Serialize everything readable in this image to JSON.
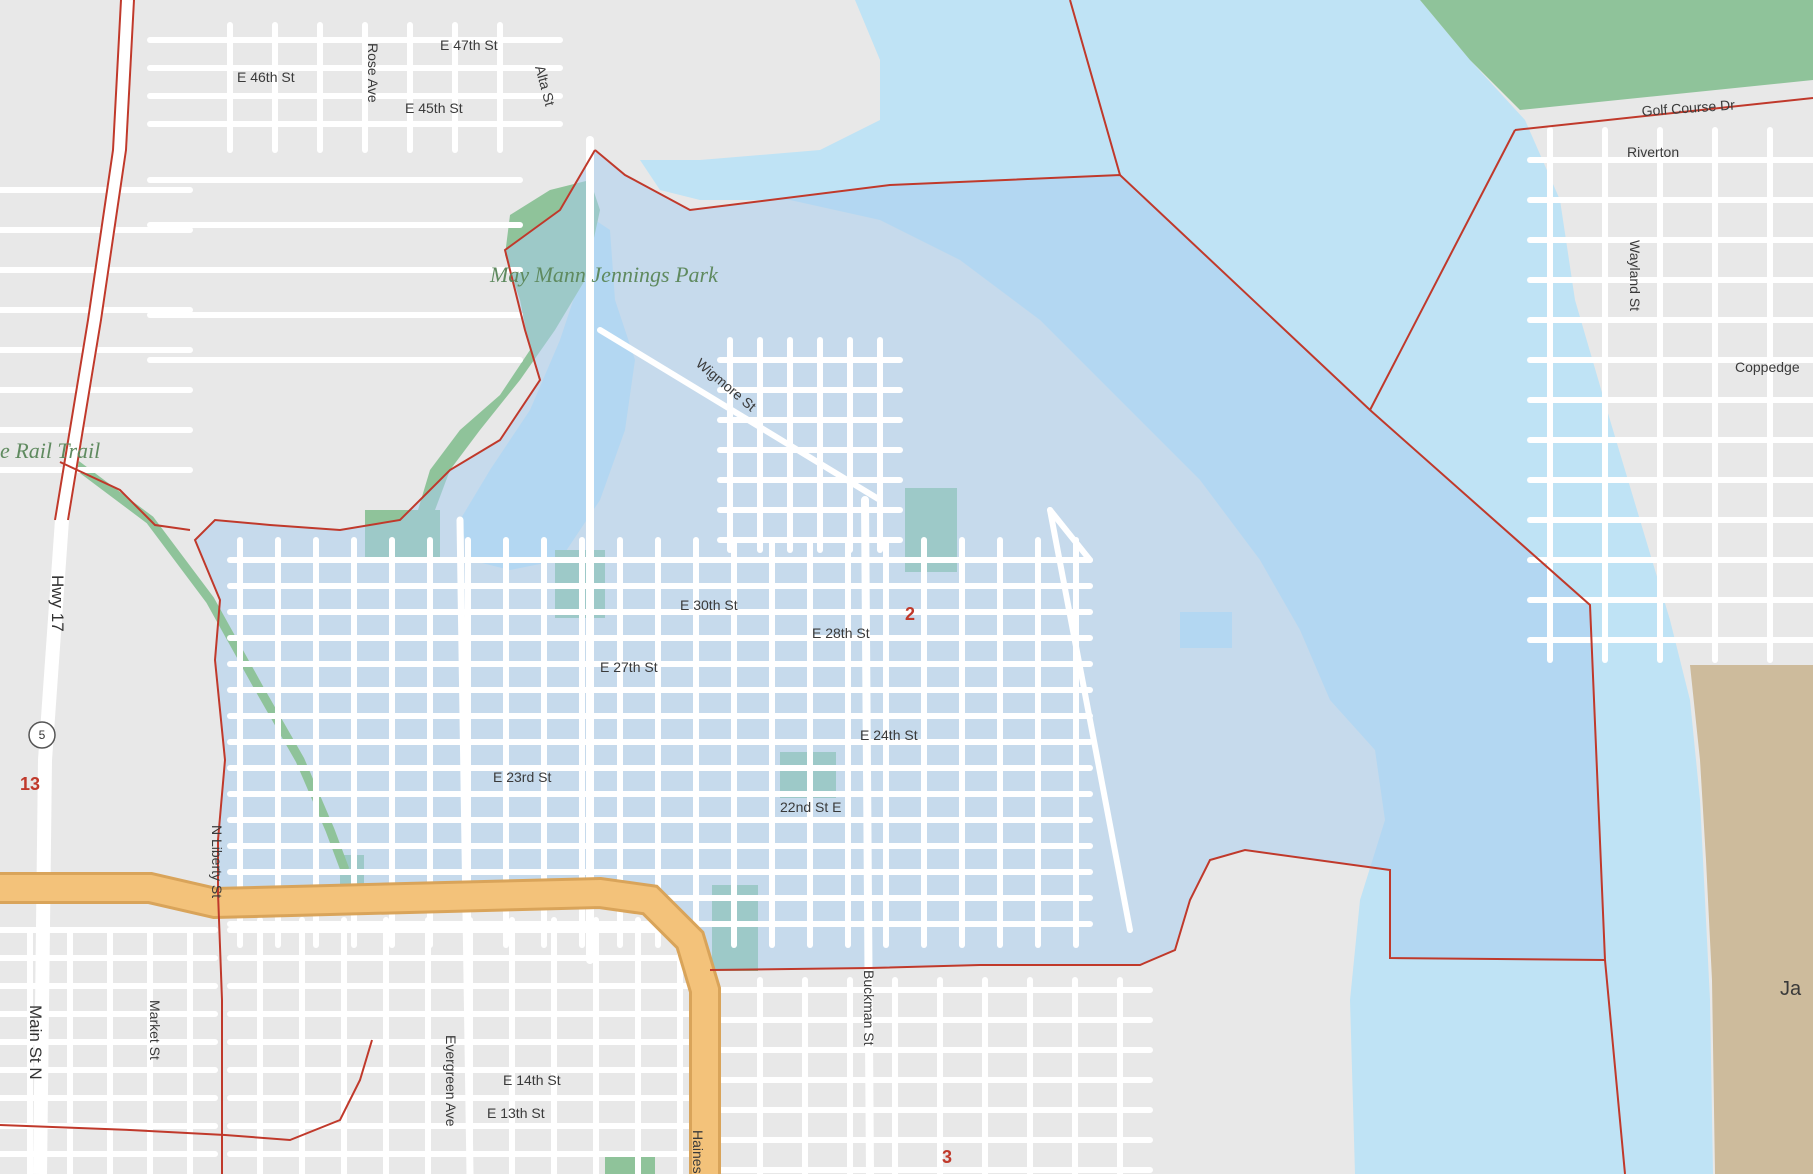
{
  "colors": {
    "land": "#e8e8e8",
    "street": "#ffffff",
    "water": "#bfe3f5",
    "water_district": "#a6cee8",
    "park": "#8fc39a",
    "beige": "#cdbb9c",
    "district_fill": "#a9cdef",
    "boundary": "#c0392b",
    "highway": "#f3c27a",
    "highway_edge": "#d9a45a",
    "rail": "#8fc39a"
  },
  "map": {
    "parks": [
      "May Mann Jennings Park"
    ],
    "trails": [
      "e Rail Trail"
    ],
    "highways": [
      "Hwy 17",
      "Main St N"
    ],
    "shield": "5",
    "districts": [
      "2",
      "13",
      "3"
    ],
    "streets": {
      "e47": "E 47th St",
      "e46": "E 46th St",
      "e45": "E 45th St",
      "rose": "Rose Ave",
      "alta": "Alta St",
      "wigmore": "Wigmore St",
      "e30": "E 30th St",
      "e28": "E 28th St",
      "e27": "E 27th St",
      "e24": "E 24th St",
      "e23": "E 23rd St",
      "e22": "22nd St E",
      "nliberty": "N Liberty St",
      "market": "Market St",
      "evergreen": "Evergreen Ave",
      "buckman": "Buckman St",
      "e14": "E 14th St",
      "e13": "E 13th St",
      "haines": "Haines",
      "golf": "Golf Course Dr",
      "riverton": "Riverton",
      "wayland": "Wayland St",
      "coppedge": "Coppedge",
      "ja": "Ja"
    }
  }
}
